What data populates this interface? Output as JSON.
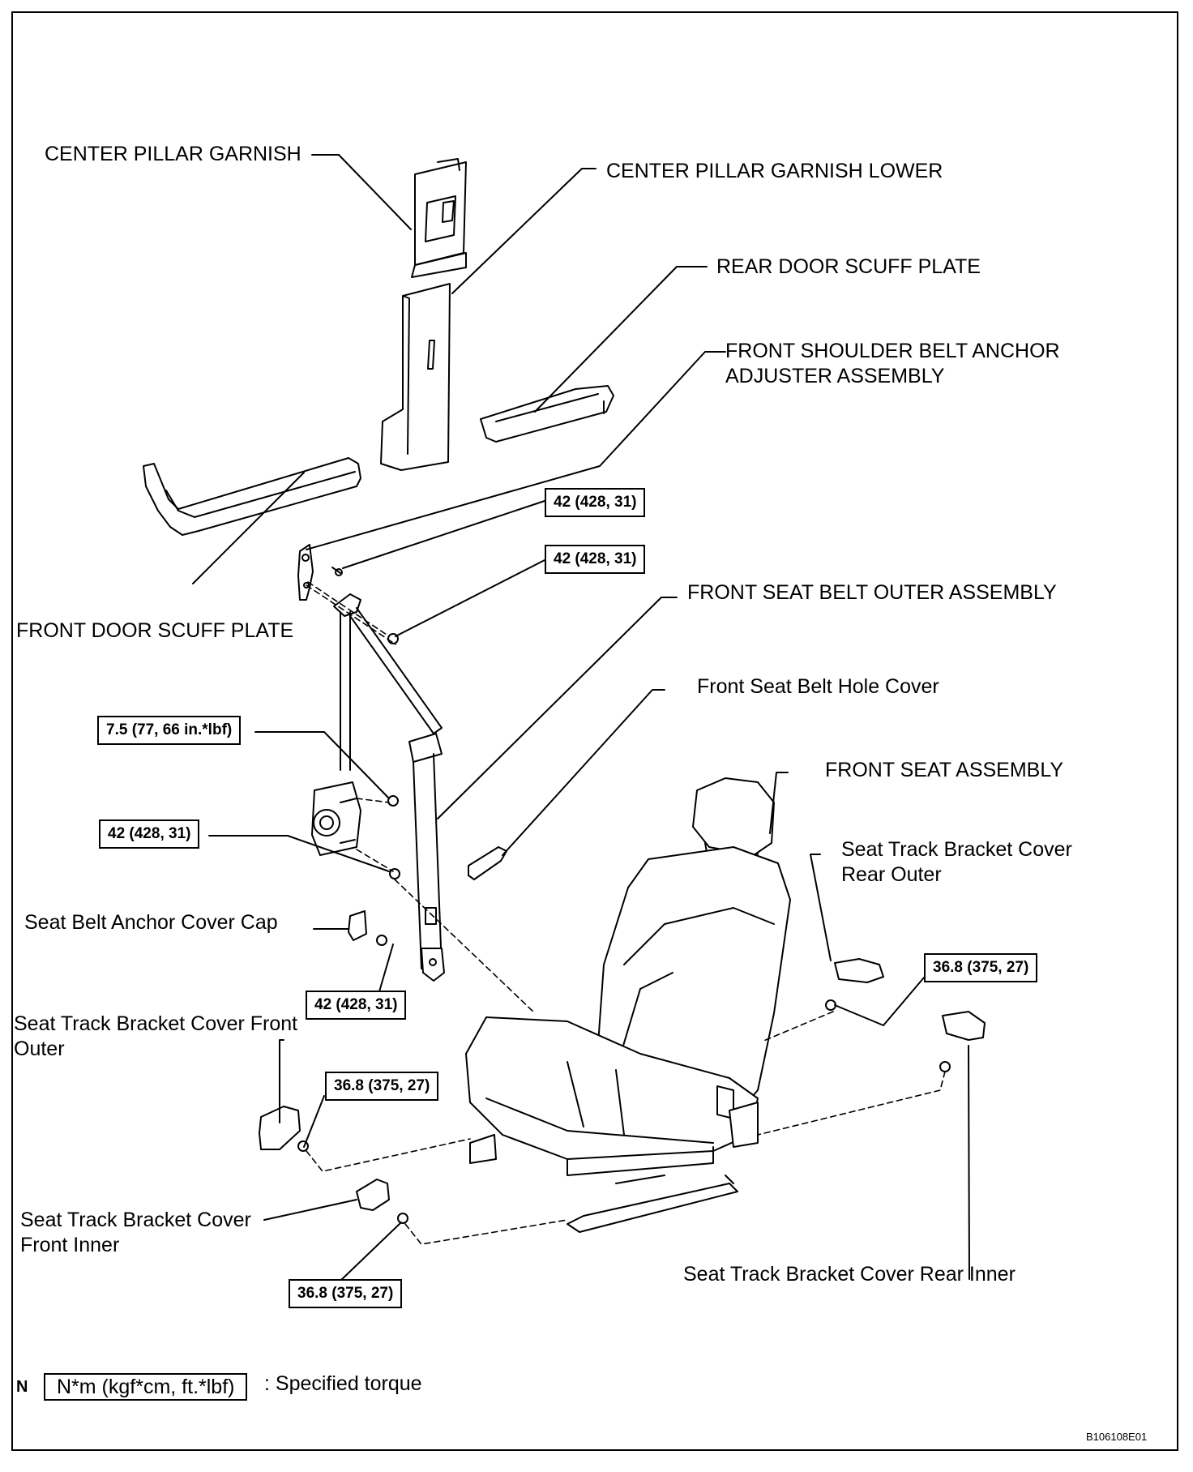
{
  "labels": {
    "center_pillar_garnish": "CENTER PILLAR GARNISH",
    "center_pillar_garnish_lower": "CENTER PILLAR GARNISH LOWER",
    "rear_door_scuff_plate": "REAR DOOR SCUFF PLATE",
    "front_shoulder_belt_anchor_1": "FRONT SHOULDER BELT ANCHOR",
    "front_shoulder_belt_anchor_2": "ADJUSTER ASSEMBLY",
    "front_door_scuff_plate": "FRONT DOOR SCUFF PLATE",
    "front_seat_belt_outer": "FRONT SEAT BELT OUTER ASSEMBLY",
    "front_seat_belt_hole_cover": "Front Seat Belt Hole Cover",
    "front_seat_assembly": "FRONT SEAT ASSEMBLY",
    "stbc_rear_outer_1": "Seat Track Bracket Cover",
    "stbc_rear_outer_2": "Rear Outer",
    "seat_belt_anchor_cover_cap": "Seat Belt Anchor Cover Cap",
    "stbc_front_outer_1": "Seat Track Bracket Cover Front",
    "stbc_front_outer_2": "Outer",
    "stbc_front_inner_1": "Seat Track Bracket Cover",
    "stbc_front_inner_2": "Front Inner",
    "stbc_rear_inner": "Seat Track Bracket Cover Rear Inner"
  },
  "torques": {
    "shoulder_anchor_upper": "42 (428, 31)",
    "shoulder_anchor_nut": "42 (428, 31)",
    "retractor_upper": "7.5 (77, 66 in.*lbf)",
    "retractor_lower": "42 (428, 31)",
    "floor_anchor": "42 (428, 31)",
    "seat_rear": "36.8 (375, 27)",
    "seat_front_outer": "36.8 (375, 27)",
    "seat_front_inner": "36.8 (375, 27)"
  },
  "legend": {
    "letter": "N",
    "unit_box": "N*m (kgf*cm, ft.*lbf)",
    "text": ": Specified torque"
  },
  "figure_code": "B106108E01"
}
